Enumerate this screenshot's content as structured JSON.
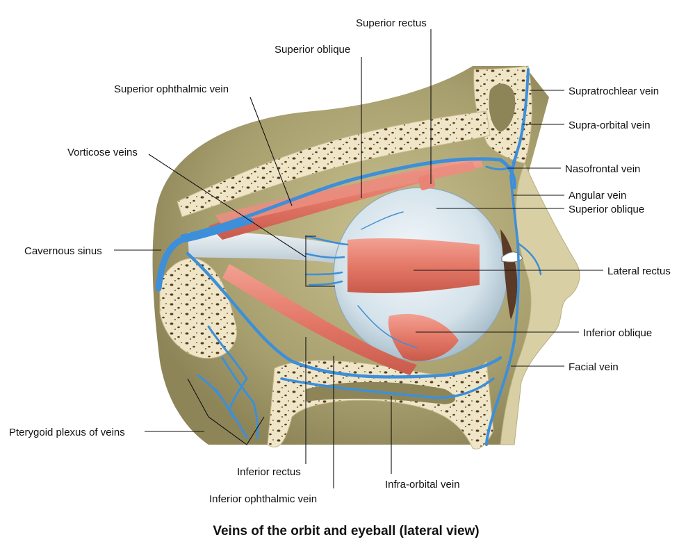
{
  "caption": "Veins of the orbit and eyeball (lateral view)",
  "labels": {
    "superior_rectus": "Superior rectus",
    "superior_oblique_top": "Superior oblique",
    "superior_ophthalmic_vein": "Superior ophthalmic vein",
    "vorticose_veins": "Vorticose veins",
    "cavernous_sinus": "Cavernous sinus",
    "pterygoid_plexus": "Pterygoid plexus of veins",
    "inferior_rectus": "Inferior rectus",
    "inferior_ophthalmic_vein": "Inferior ophthalmic vein",
    "infra_orbital_vein": "Infra-orbital vein",
    "supratrochlear_vein": "Supratrochlear vein",
    "supra_orbital_vein": "Supra-orbital vein",
    "nasofrontal_vein": "Nasofrontal vein",
    "angular_vein": "Angular vein",
    "superior_oblique_right": "Superior oblique",
    "lateral_rectus": "Lateral rectus",
    "inferior_oblique": "Inferior oblique",
    "facial_vein": "Facial vein"
  },
  "colors": {
    "bone": "#efe6c8",
    "bone_pore": "#5a3a22",
    "background_tissue": "#a79e6e",
    "muscle": "#e98374",
    "vein": "#3d8fd9",
    "eyeball": "#dbe7ee"
  }
}
